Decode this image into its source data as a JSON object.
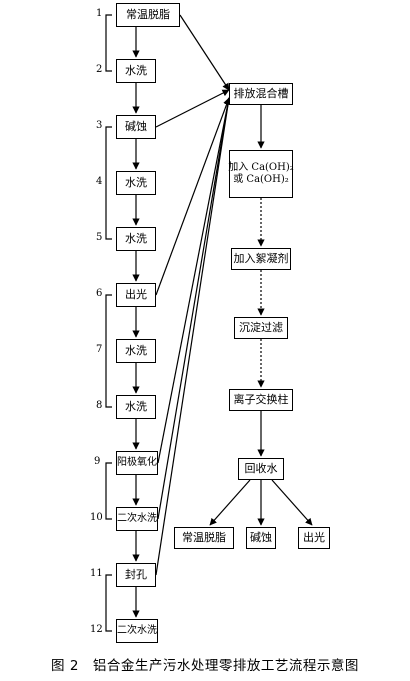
{
  "steps": [
    {
      "num": "1",
      "label": "常温脱脂"
    },
    {
      "num": "2",
      "label": "水洗"
    },
    {
      "num": "3",
      "label": "碱蚀"
    },
    {
      "num": "4",
      "label": "水洗"
    },
    {
      "num": "5",
      "label": "水洗"
    },
    {
      "num": "6",
      "label": "出光"
    },
    {
      "num": "7",
      "label": "水洗"
    },
    {
      "num": "8",
      "label": "水洗"
    },
    {
      "num": "9",
      "label": "阳极氧化"
    },
    {
      "num": "10",
      "label": "二次水洗"
    },
    {
      "num": "11",
      "label": "封孔"
    },
    {
      "num": "12",
      "label": "二次水洗"
    }
  ],
  "treatment": {
    "mix_tank": "排放混合槽",
    "add_lime_line1": "加入 Ca(OH)₂",
    "add_lime_line2": "或 Ca(OH)₂",
    "flocculant": "加入絮凝剂",
    "settle": "沉淀过滤",
    "ion_exchange": "离子交换柱",
    "recycle": "回收水"
  },
  "reuse": [
    "常温脱脂",
    "碱蚀",
    "出光"
  ],
  "caption": "图 2　铝合金生产污水处理零排放工艺流程示意图"
}
